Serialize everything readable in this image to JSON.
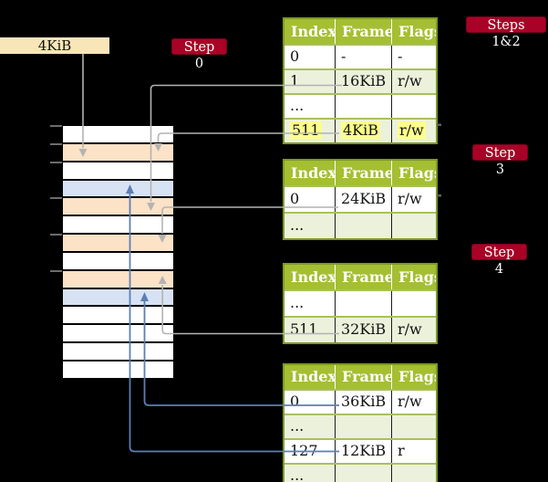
{
  "page_size_box": {
    "label": "4KiB"
  },
  "steps": {
    "step0": "Step 0",
    "steps12": "Steps 1&2",
    "step3": "Step 3",
    "step4": "Step 4"
  },
  "tables": [
    {
      "step": "Steps 1&2",
      "headers": [
        "Index",
        "Frame",
        "Flags"
      ],
      "rows": [
        {
          "cells": [
            "0",
            "-",
            "-"
          ]
        },
        {
          "cells": [
            "1",
            "16KiB",
            "r/w"
          ]
        },
        {
          "cells": [
            "...",
            "",
            ""
          ]
        },
        {
          "cells": [
            "511",
            "4KiB",
            "r/w"
          ],
          "highlight": true
        }
      ]
    },
    {
      "step": "Step 3",
      "headers": [
        "Index",
        "Frame",
        "Flags"
      ],
      "rows": [
        {
          "cells": [
            "0",
            "24KiB",
            "r/w"
          ]
        },
        {
          "cells": [
            "...",
            "",
            ""
          ]
        }
      ]
    },
    {
      "step": "Step 4",
      "headers": [
        "Index",
        "Frame",
        "Flags"
      ],
      "rows": [
        {
          "cells": [
            "...",
            "",
            ""
          ]
        },
        {
          "cells": [
            "511",
            "32KiB",
            "r/w"
          ]
        }
      ]
    },
    {
      "step": "",
      "headers": [
        "Index",
        "Frame",
        "Flags"
      ],
      "rows": [
        {
          "cells": [
            "0",
            "36KiB",
            "r/w"
          ]
        },
        {
          "cells": [
            "...",
            "",
            ""
          ]
        },
        {
          "cells": [
            "127",
            "12KiB",
            "r"
          ]
        },
        {
          "cells": [
            "...",
            "",
            ""
          ]
        }
      ]
    }
  ],
  "memory": {
    "rows": [
      "white",
      "peach",
      "white",
      "blue",
      "peach",
      "white",
      "peach",
      "white",
      "peach",
      "blue",
      "white",
      "white",
      "white",
      "white"
    ]
  },
  "colors": {
    "background": "#000000",
    "table_header_green": "#a4c032",
    "table_border_olive": "#7d9a23",
    "row_shaded_green": "#ebf1da",
    "frame_peach": "#fce3c7",
    "frame_blue": "#d7e2f4",
    "wheat_box": "#f8e6b8",
    "step_label_red": "#a80326",
    "connector_gray": "#b3b3b3",
    "connector_blue": "#5b7fb5",
    "highlight_yellow": "#fdff8c"
  }
}
